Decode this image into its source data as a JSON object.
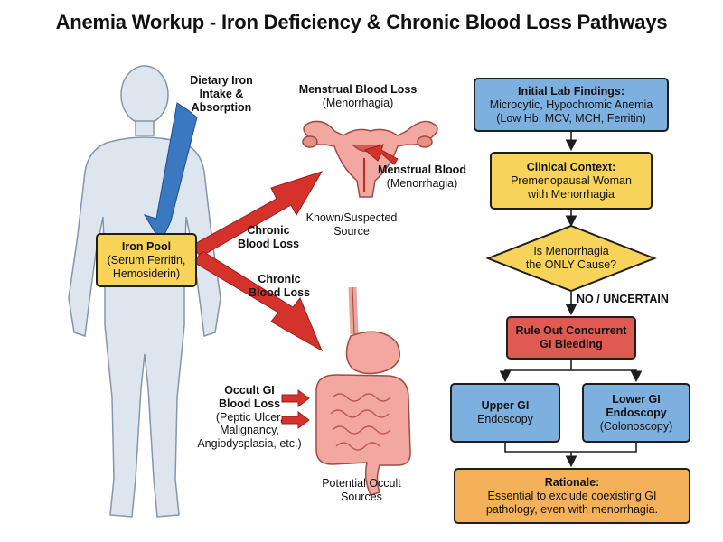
{
  "title": "Anemia Workup - Iron Deficiency & Chronic Blood Loss Pathways",
  "left": {
    "dietary_iron": [
      "Dietary Iron",
      "Intake &",
      "Absorption"
    ],
    "iron_pool": {
      "title": "Iron Pool",
      "lines": [
        "(Serum Ferritin,",
        "Hemosiderin)"
      ]
    },
    "chronic_loss_upper": [
      "Chronic",
      "Blood Loss"
    ],
    "chronic_loss_lower": [
      "Chronic",
      "Blood Loss"
    ],
    "menstrual_header": {
      "title": "Menstrual Blood Loss",
      "sub": "(Menorrhagia)"
    },
    "menstrual_blood": {
      "title": "Menstrual Blood",
      "sub": "(Menorrhagia)"
    },
    "known_source": [
      "Known/Suspected",
      "Source"
    ],
    "occult_gi": {
      "title_lines": [
        "Occult GI",
        "Blood Loss"
      ],
      "lines": [
        "(Peptic Ulcer,",
        "Malignancy,",
        "Angiodysplasia, etc.)"
      ]
    },
    "potential_sources": [
      "Potential Occult",
      "Sources"
    ]
  },
  "flow": {
    "initial_labs": {
      "title": "Initial Lab Findings:",
      "lines": [
        "Microcytic, Hypochromic Anemia",
        "(Low Hb, MCV, MCH, Ferritin)"
      ]
    },
    "clinical_context": {
      "title": "Clinical Context:",
      "lines": [
        "Premenopausal Woman",
        "with Menorrhagia"
      ]
    },
    "decision": [
      "Is Menorrhagia",
      "the ONLY Cause?"
    ],
    "branch_label": "NO / UNCERTAIN",
    "rule_out": [
      "Rule Out Concurrent",
      "GI Bleeding"
    ],
    "upper_gi": {
      "title": "Upper GI",
      "sub": "Endoscopy"
    },
    "lower_gi": {
      "title_lines": [
        "Lower GI",
        "Endoscopy"
      ],
      "sub": "(Colonoscopy)"
    },
    "rationale": {
      "title": "Rationale:",
      "lines": [
        "Essential to exclude coexisting GI",
        "pathology, even with menorrhagia."
      ]
    }
  },
  "colors": {
    "blue_box": "#7eb0df",
    "yellow_box": "#f7d35a",
    "red_box": "#df5b52",
    "orange_box": "#f5b15a",
    "body": "#dde6ef",
    "red_arrow": "#d6322c",
    "blue_arrow": "#3a78c2",
    "organ": "#f2a8a0"
  }
}
